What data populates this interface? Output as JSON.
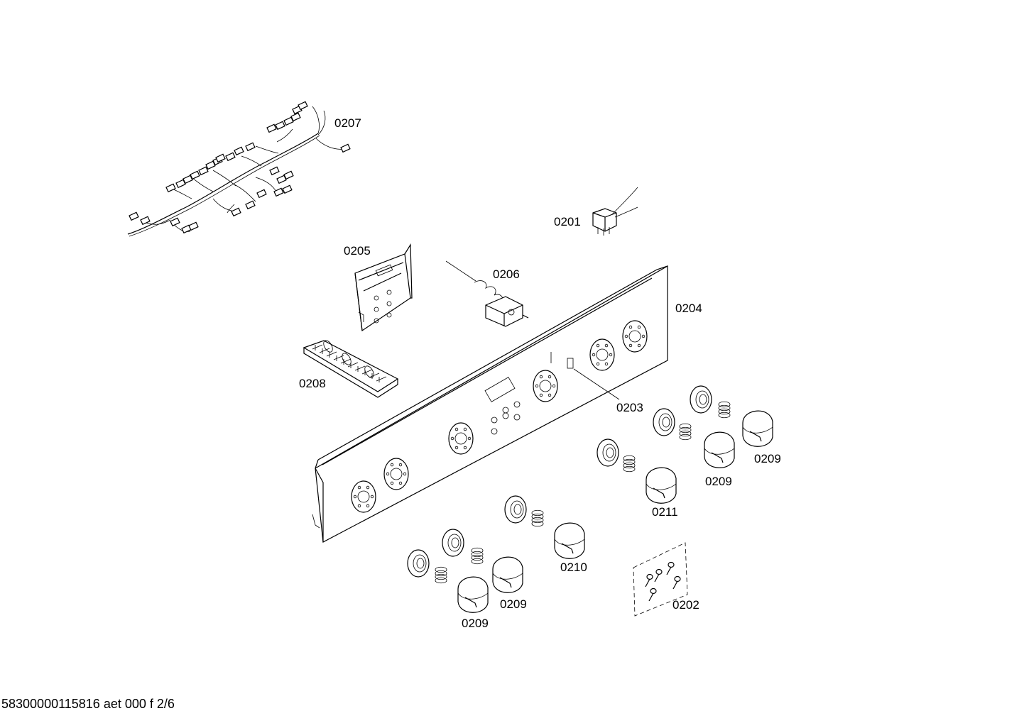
{
  "labels": {
    "p0201": "0201",
    "p0202": "0202",
    "p0203": "0203",
    "p0204": "0204",
    "p0205": "0205",
    "p0206": "0206",
    "p0207": "0207",
    "p0208": "0208",
    "p0209a": "0209",
    "p0209b": "0209",
    "p0209c": "0209",
    "p0209d": "0209",
    "p0210": "0210",
    "p0211": "0211"
  },
  "footer": "58300000115816 aet 000 f 2/6"
}
